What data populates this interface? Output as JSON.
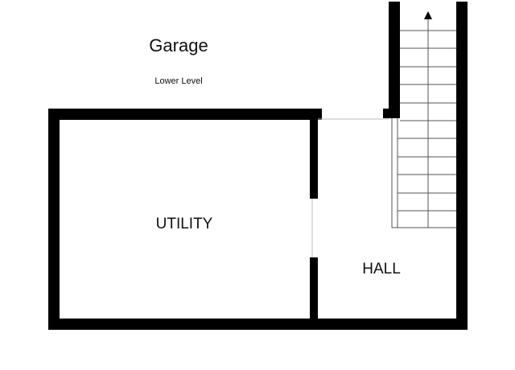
{
  "header": {
    "title": "Garage",
    "subtitle": "Lower Level"
  },
  "rooms": {
    "utility": "UTILITY",
    "hall": "HALL"
  },
  "colors": {
    "wall": "#000000",
    "background": "#ffffff",
    "thin_line": "#999999"
  },
  "icons": {
    "stair_direction": "up-arrow-icon"
  }
}
